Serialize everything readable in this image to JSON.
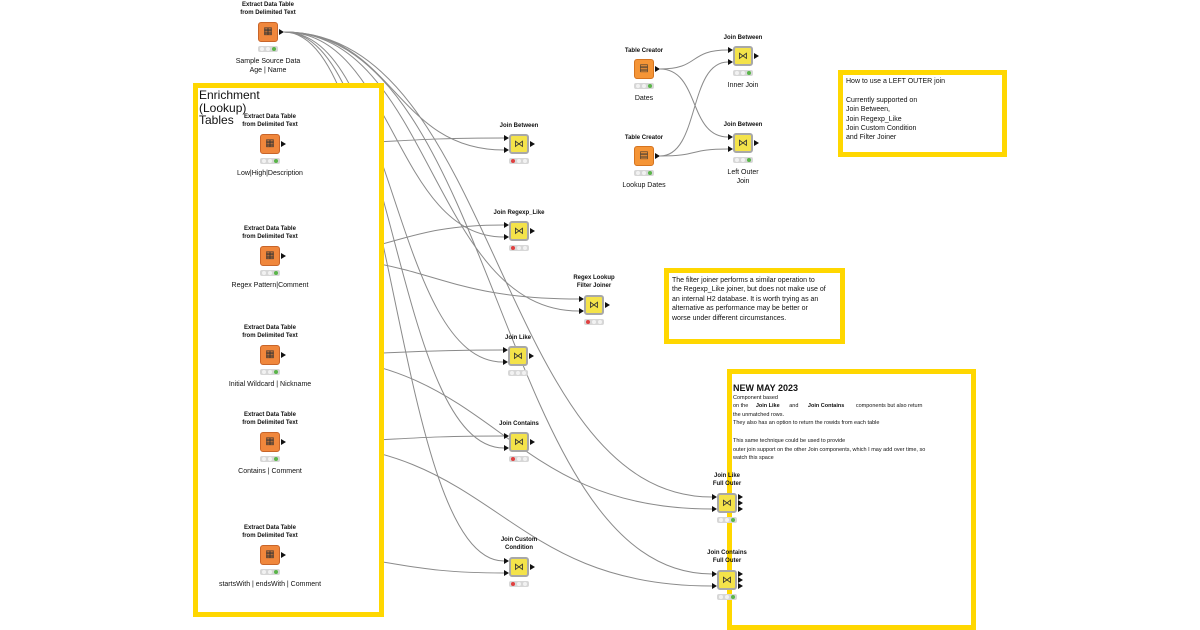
{
  "annotations": {
    "enrichment_title": "Enrichment\n(Lookup)\nTables",
    "left_outer_text": "How to use  a LEFT OUTER join\n\nCurrently supported on\nJoin Between,\nJoin Regexp_Like\nJoin Custom Condition\nand Filter Joiner",
    "filter_joiner_text": "The filter joiner performs a similar operation to\nthe Regexp_Like joiner, but does not make use of\nan internal H2 database.   It is worth trying as an\nalternative as performance may be better or\nworse under different circumstances.",
    "new_may_title": "NEW MAY 2023",
    "new_may_line1": "Component based",
    "new_may_line2_prefix": "on the",
    "new_may_line2_join_like": "Join Like",
    "new_may_line2_and": "and",
    "new_may_line2_join_contains": "Join Contains",
    "new_may_line2_suffix": "components but also return",
    "new_may_line3": "the unmatched rows.",
    "new_may_line4": "They also has an option to return the rowids from each table",
    "new_may_line5": "This same technique could be used to provide\nouter join support on the other Join components, which I may add over time, so\nwatch this space"
  },
  "nodes": {
    "reader_source": {
      "title": "Extract Data Table\nfrom Delimited Text",
      "label": "Sample Source Data\nAge | Name",
      "icon": "table-reader-icon"
    },
    "reader_lowhigh": {
      "title": "Extract Data Table\nfrom Delimited Text",
      "label": "Low|High|Description",
      "icon": "table-reader-icon"
    },
    "reader_regex": {
      "title": "Extract Data Table\nfrom Delimited Text",
      "label": "Regex Pattern|Comment",
      "icon": "table-reader-icon"
    },
    "reader_wildcard": {
      "title": "Extract Data Table\nfrom Delimited Text",
      "label": "Initial Wildcard | Nickname",
      "icon": "table-reader-icon"
    },
    "reader_contains": {
      "title": "Extract Data Table\nfrom Delimited Text",
      "label": "Contains | Comment",
      "icon": "table-reader-icon"
    },
    "reader_startswith": {
      "title": "Extract Data Table\nfrom Delimited Text",
      "label": "startsWith | endsWith | Comment",
      "icon": "table-reader-icon"
    },
    "join_between": {
      "title": "Join Between",
      "label": "",
      "icon": "joiner-icon"
    },
    "join_regexp_like": {
      "title": "Join Regexp_Like",
      "label": "",
      "icon": "joiner-icon"
    },
    "regex_filter_joiner": {
      "title": "Regex Lookup\nFilter Joiner",
      "label": "",
      "icon": "joiner-icon"
    },
    "join_like": {
      "title": "Join Like",
      "label": "",
      "icon": "joiner-icon"
    },
    "join_contains": {
      "title": "Join Contains",
      "label": "",
      "icon": "joiner-icon"
    },
    "join_custom": {
      "title": "Join Custom\nCondition",
      "label": "",
      "icon": "joiner-icon"
    },
    "table_creator_dates": {
      "title": "Table Creator",
      "label": "Dates",
      "icon": "table-creator-icon"
    },
    "table_creator_lookup": {
      "title": "Table Creator",
      "label": "Lookup Dates",
      "icon": "table-creator-icon"
    },
    "join_between_inner": {
      "title": "Join Between",
      "label": "Inner Join",
      "icon": "joiner-icon"
    },
    "join_between_left": {
      "title": "Join Between",
      "label": "Left Outer\nJoin",
      "icon": "joiner-icon"
    },
    "join_like_full": {
      "title": "Join Like\nFull Outer",
      "label": "",
      "icon": "joiner-icon"
    },
    "join_contains_full": {
      "title": "Join Contains\nFull Outer",
      "label": "",
      "icon": "joiner-icon"
    }
  },
  "colors": {
    "annotation_border": "#ffd700",
    "reader_icon": "#f0873c",
    "creator_icon": "#f59536",
    "joiner_icon": "#f4e34a",
    "wire": "#8a8a8a",
    "status_green": "#5ab54a",
    "status_red": "#e04040"
  }
}
